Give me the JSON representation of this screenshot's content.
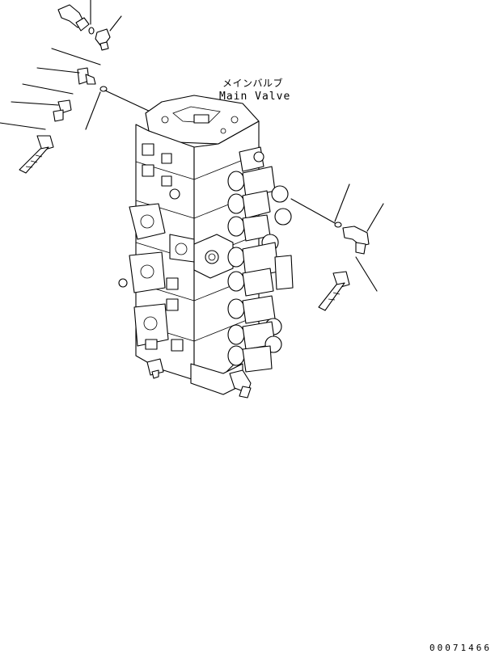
{
  "main_valve": {
    "label_jp": "メインバルブ",
    "label_en": "Main Valve"
  },
  "drawing_number": "00071466"
}
